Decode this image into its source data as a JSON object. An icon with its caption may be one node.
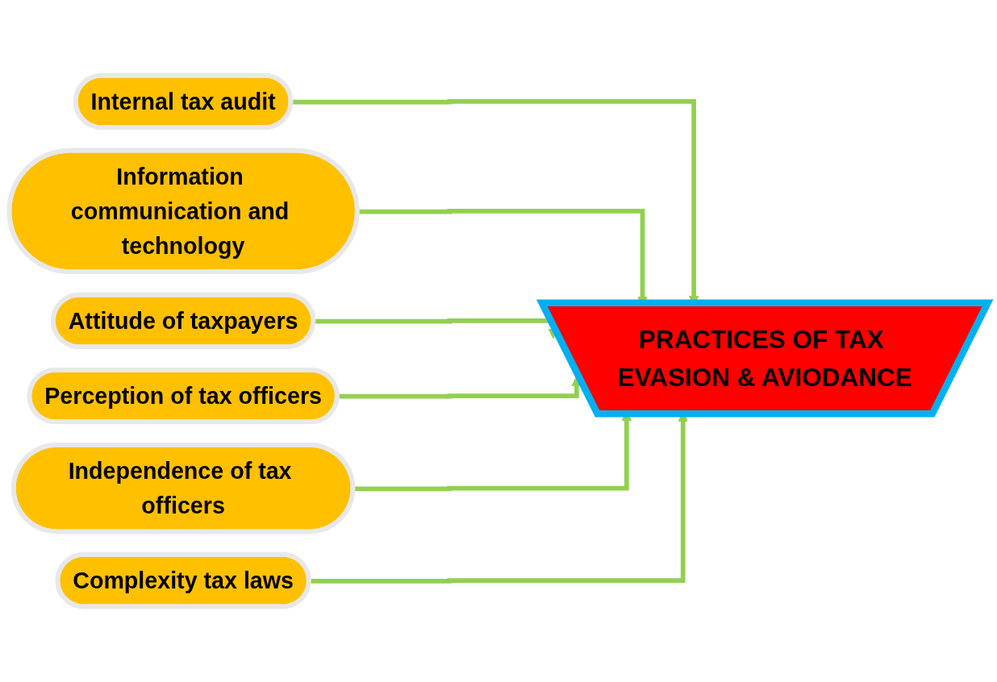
{
  "diagram": {
    "nodes": [
      {
        "text": [
          "Internal tax audit"
        ]
      },
      {
        "text": [
          "Information communication and technology"
        ]
      },
      {
        "text": [
          "Attitude of taxpayers"
        ]
      },
      {
        "text": [
          "Perception of tax officers"
        ]
      },
      {
        "text": [
          "Independence of tax officers"
        ]
      },
      {
        "text": [
          "Complexity tax laws"
        ]
      },
      {
        "text": [
          "PRACTICES OF TAX EVASION & AVIODANCE"
        ]
      }
    ],
    "edges": [
      {
        "from": 0,
        "to": 6,
        "arrow": "to"
      },
      {
        "from": 1,
        "to": 6,
        "arrow": "to"
      },
      {
        "from": 2,
        "to": 6,
        "arrow": "to"
      },
      {
        "from": 3,
        "to": 6,
        "arrow": "to"
      },
      {
        "from": 4,
        "to": 6,
        "arrow": "to"
      },
      {
        "from": 5,
        "to": 6,
        "arrow": "to"
      }
    ]
  }
}
